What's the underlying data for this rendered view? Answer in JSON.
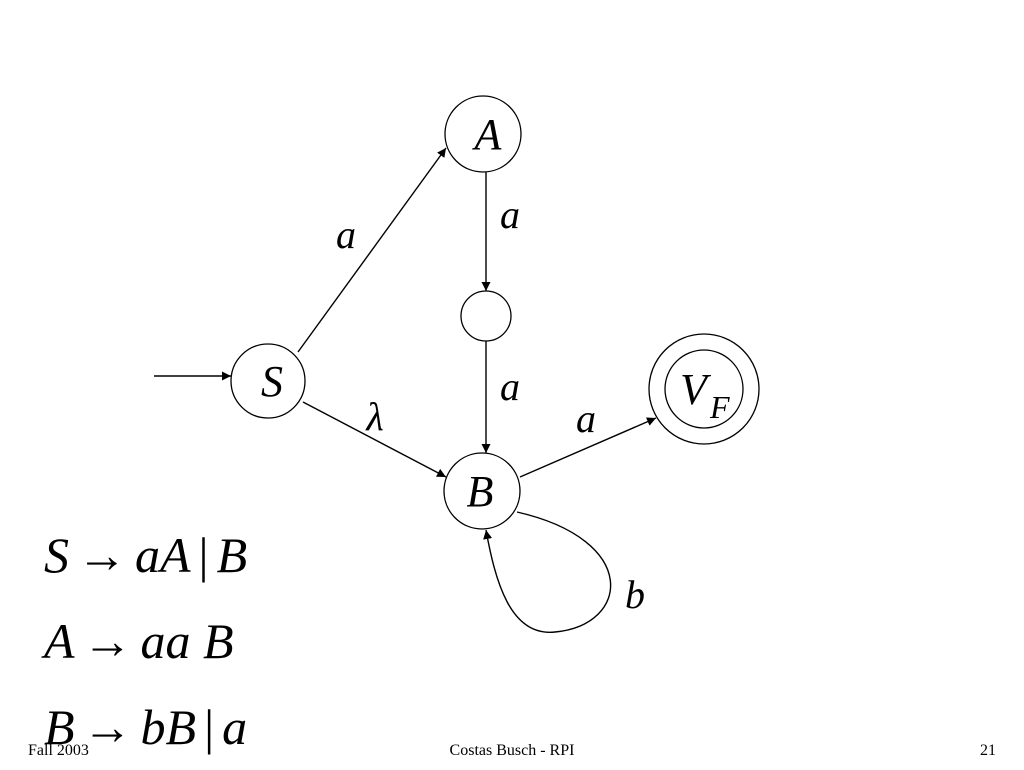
{
  "diagram": {
    "states": {
      "S": "S",
      "A": "A",
      "B": "B",
      "intermediate": "",
      "final_main": "V",
      "final_sub": "F"
    },
    "transitions": {
      "s_to_a": "a",
      "a_to_mid": "a",
      "mid_to_b": "a",
      "s_to_b": "λ",
      "b_to_final": "a",
      "b_loop": "b"
    }
  },
  "grammar": [
    {
      "lhs": "S",
      "arrow": "→",
      "rhs": "aA",
      "bar": "|",
      "alt": "B"
    },
    {
      "lhs": "A",
      "arrow": "→",
      "rhs": "aa B",
      "bar": "",
      "alt": ""
    },
    {
      "lhs": "B",
      "arrow": "→",
      "rhs": "bB",
      "bar": "|",
      "alt": "a"
    }
  ],
  "footer": {
    "left": "Fall 2003",
    "center": "Costas Busch - RPI",
    "right": "21"
  }
}
